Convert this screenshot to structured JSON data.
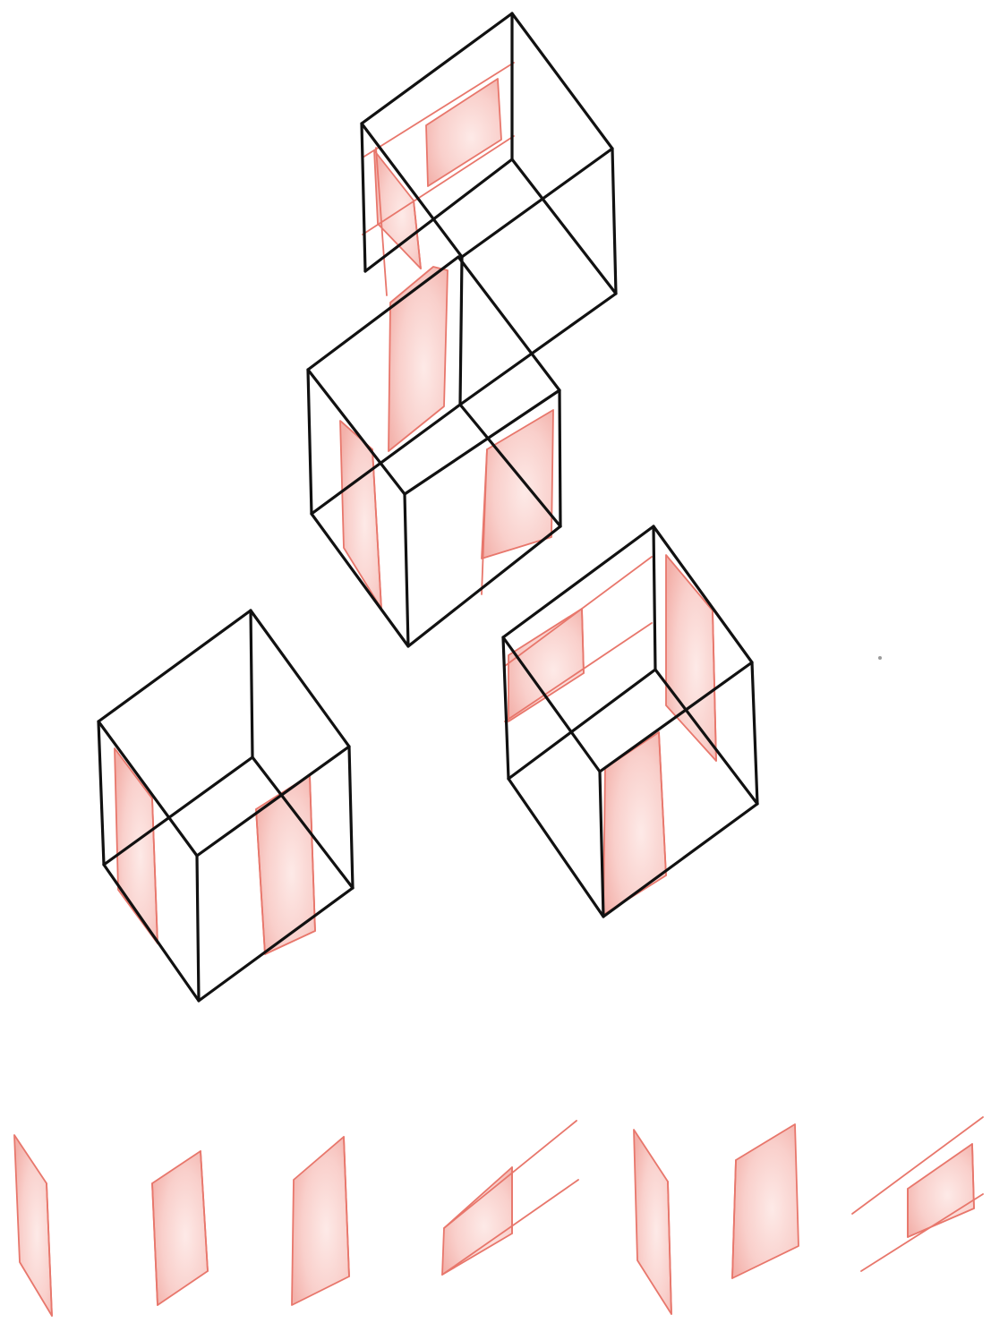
{
  "colors": {
    "background": "#ffffff",
    "edge": "#111111",
    "panel_stroke": "#e8776c",
    "panel_fill": "#f6b6b0",
    "speck": "#9a9a9a"
  },
  "cubes": [
    {
      "name": "cube-top",
      "panels": 3
    },
    {
      "name": "cube-middle",
      "panels": 2
    },
    {
      "name": "cube-bottom-left",
      "panels": 2
    },
    {
      "name": "cube-bottom-right",
      "panels": 3
    }
  ],
  "legend_pieces": [
    {
      "name": "piece-1"
    },
    {
      "name": "piece-2"
    },
    {
      "name": "piece-3"
    },
    {
      "name": "piece-4"
    },
    {
      "name": "piece-5"
    },
    {
      "name": "piece-6"
    },
    {
      "name": "piece-7"
    }
  ]
}
